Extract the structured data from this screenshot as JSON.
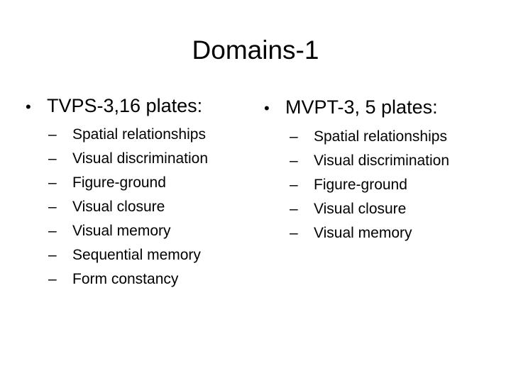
{
  "slide": {
    "title": "Domains-1",
    "background_color": "#ffffff",
    "text_color": "#000000",
    "columns": [
      {
        "id": "left",
        "bullet_marker": "•",
        "heading": "TVPS-3,16 plates:",
        "sub_marker": "–",
        "items": [
          "Spatial relationships",
          "Visual discrimination",
          "Figure-ground",
          "Visual closure",
          "Visual memory",
          "Sequential memory",
          "Form constancy"
        ]
      },
      {
        "id": "right",
        "bullet_marker": "•",
        "heading": "MVPT-3, 5 plates:",
        "sub_marker": "–",
        "items": [
          "Spatial relationships",
          "Visual discrimination",
          "Figure-ground",
          "Visual closure",
          "Visual memory"
        ]
      }
    ]
  }
}
